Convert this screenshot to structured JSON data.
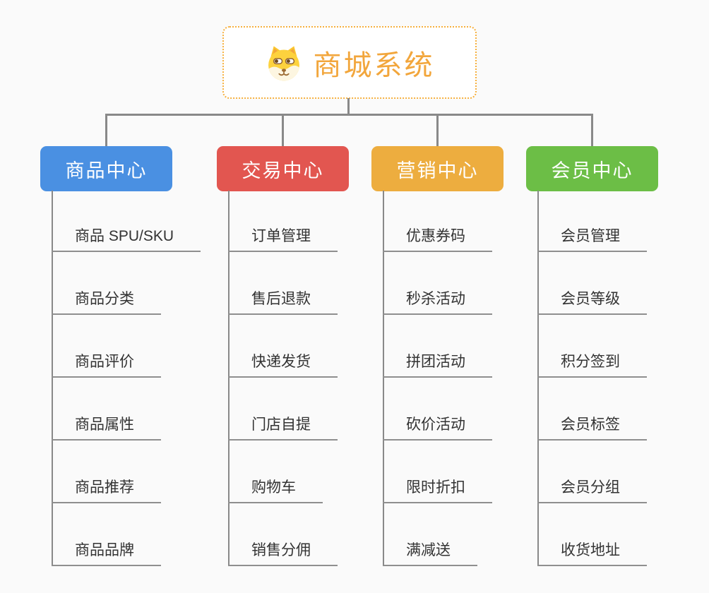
{
  "canvas": {
    "background": "#FAFAFA",
    "connector_color": "#898989"
  },
  "root": {
    "title": "商城系统",
    "title_color": "#F2A63C",
    "border_color": "#F6B03E",
    "icon": "dog-face-icon"
  },
  "branches": [
    {
      "label": "商品中心",
      "color": "#4A90E2",
      "items": [
        "商品 SPU/SKU",
        "商品分类",
        "商品评价",
        "商品属性",
        "商品推荐",
        "商品品牌"
      ]
    },
    {
      "label": "交易中心",
      "color": "#E25650",
      "items": [
        "订单管理",
        "售后退款",
        "快递发货",
        "门店自提",
        "购物车",
        "销售分佣"
      ]
    },
    {
      "label": "营销中心",
      "color": "#EDAD3F",
      "items": [
        "优惠券码",
        "秒杀活动",
        "拼团活动",
        "砍价活动",
        "限时折扣",
        "满减送"
      ]
    },
    {
      "label": "会员中心",
      "color": "#6CBE46",
      "items": [
        "会员管理",
        "会员等级",
        "积分签到",
        "会员标签",
        "会员分组",
        "收货地址"
      ]
    }
  ]
}
